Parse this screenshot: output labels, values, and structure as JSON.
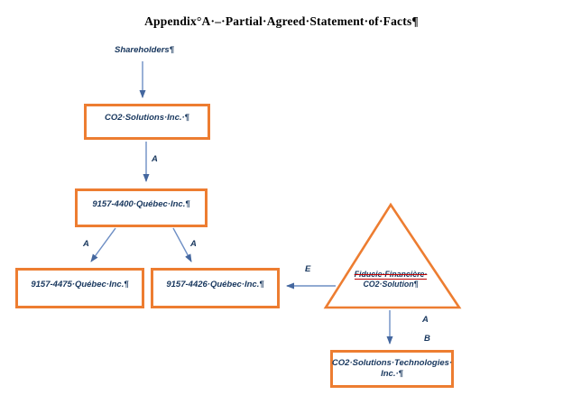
{
  "title": {
    "text": "Appendix°A·–·Partial·Agreed·Statement·of·Facts¶"
  },
  "colors": {
    "accent_orange": "#ED7D31",
    "connector_blue": "#6D8EC4",
    "text_dark_blue": "#17365D",
    "revision_red": "#C00000"
  },
  "diagram": {
    "shareholders_label": "Shareholders¶",
    "nodes": {
      "co2_solutions": "CO2·Solutions·Inc.·¶",
      "quebec_4400": "9157-4400·Québec·Inc.¶",
      "quebec_4475": "9157-4475·Québec·Inc.¶",
      "quebec_4426": "9157-4426·Québec·Inc.¶",
      "fiducie_line1": "Fiducie·Financière·",
      "fiducie_line2": "CO2·Solution¶",
      "technologies_line1": "CO2·Solutions·Technologies·",
      "technologies_line2": "Inc.·¶"
    },
    "edge_labels": {
      "a1": "A",
      "a2": "A",
      "a3": "A",
      "e": "E",
      "a4": "A",
      "b": "B"
    }
  }
}
